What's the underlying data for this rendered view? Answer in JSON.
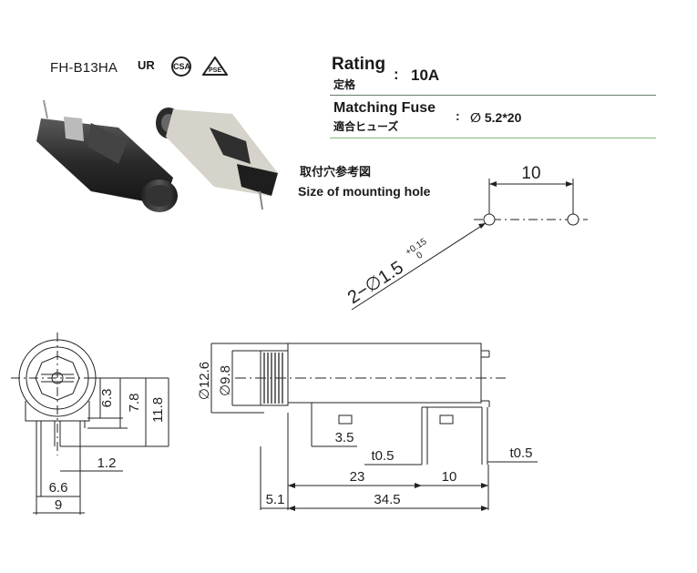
{
  "header": {
    "model": "FH-B13HA",
    "cert_marks": [
      "UR",
      "CSA",
      "PSE"
    ]
  },
  "specs": {
    "rating_label_en": "Rating",
    "rating_label_jp": "定格",
    "rating_sep": ":",
    "rating_value": "10A",
    "fuse_label_en": "Matching Fuse",
    "fuse_label_jp": "適合ヒューズ",
    "fuse_sep": ":",
    "fuse_value": "∅ 5.2*20"
  },
  "colors": {
    "rule_top": "#6a7a6a",
    "rule_bottom": "#7ab87a",
    "line": "#222222"
  },
  "mounting_hole": {
    "title_jp": "取付穴参考図",
    "title_en": "Size of mounting hole",
    "spacing": "10",
    "hole_label": "2−∅1.5",
    "tol_upper": "+0.15",
    "tol_lower": "0"
  },
  "drawing": {
    "front_dims": [
      "6.3",
      "7.8",
      "11.8",
      "1.2",
      "6.6",
      "9"
    ],
    "side_dims": [
      "∅12.6",
      "∅9.8",
      "3.5",
      "t0.5",
      "t0.5",
      "23",
      "10",
      "5.1",
      "34.5"
    ]
  }
}
